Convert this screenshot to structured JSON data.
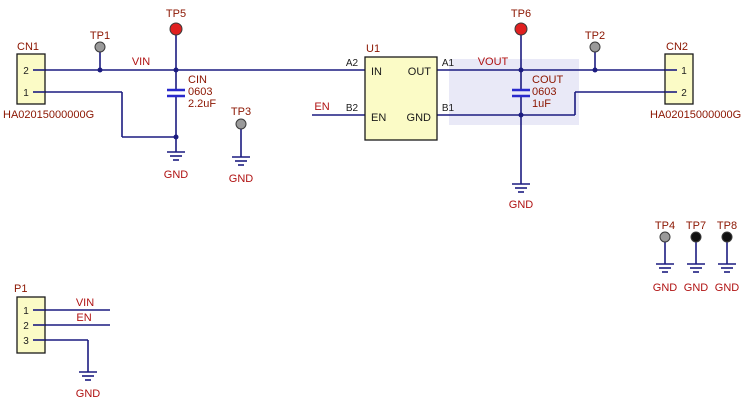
{
  "colors": {
    "wire": "#1c1c80",
    "capacitor": "#2929cc",
    "component_fill": "#fbfbc6",
    "component_border": "#1a1a1a",
    "reference_text": "#8b1500",
    "net_text": "#b01212",
    "pin_text": "#202020",
    "tp_gray": "#9a9a9a",
    "tp_red": "#e02020",
    "tp_black": "#111111",
    "highlight": "#e9e9f7"
  },
  "connectors": {
    "cn1": {
      "ref": "CN1",
      "part": "HA02015000000G",
      "pin_top": "2",
      "pin_bottom": "1"
    },
    "cn2": {
      "ref": "CN2",
      "part": "HA02015000000G",
      "pin_top": "1",
      "pin_bottom": "2"
    },
    "p1": {
      "ref": "P1",
      "pins": [
        "1",
        "2",
        "3"
      ]
    }
  },
  "ic": {
    "ref": "U1",
    "pins": {
      "in": {
        "name": "IN",
        "number": "A2"
      },
      "out": {
        "name": "OUT",
        "number": "A1"
      },
      "en": {
        "name": "EN",
        "number": "B2"
      },
      "gnd": {
        "name": "GND",
        "number": "B1"
      }
    }
  },
  "capacitors": {
    "cin": {
      "ref": "CIN",
      "package": "0603",
      "value": "2.2uF"
    },
    "cout": {
      "ref": "COUT",
      "package": "0603",
      "value": "1uF"
    }
  },
  "test_points": {
    "tp1": {
      "label": "TP1"
    },
    "tp2": {
      "label": "TP2"
    },
    "tp3": {
      "label": "TP3"
    },
    "tp4": {
      "label": "TP4"
    },
    "tp5": {
      "label": "TP5"
    },
    "tp6": {
      "label": "TP6"
    },
    "tp7": {
      "label": "TP7"
    },
    "tp8": {
      "label": "TP8"
    }
  },
  "nets": {
    "vin": "VIN",
    "en": "EN",
    "vout": "VOUT",
    "gnd": "GND"
  }
}
